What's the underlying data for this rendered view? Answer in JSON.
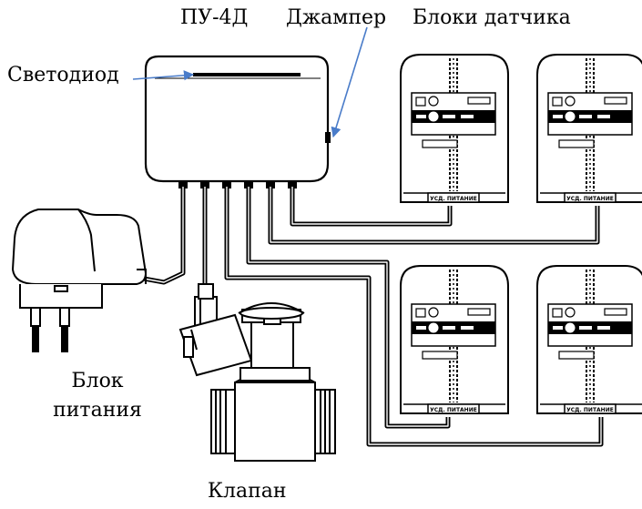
{
  "labels": {
    "controller": "ПУ-4Д",
    "jumper": "Джампер",
    "sensors": "Блоки датчика",
    "led": "Светодиод",
    "power_supply_line1": "Блок",
    "power_supply_line2": "питания",
    "valve": "Клапан"
  },
  "sensor_units": [
    {
      "caption": "УСД. ПИТАНИЕ"
    },
    {
      "caption": "УСД. ПИТАНИЕ"
    },
    {
      "caption": "УСД. ПИТАНИЕ"
    },
    {
      "caption": "УСД. ПИТАНИЕ"
    }
  ],
  "colors": {
    "line": "#000000",
    "arrow": "#4a7cc9",
    "background": "#ffffff"
  }
}
